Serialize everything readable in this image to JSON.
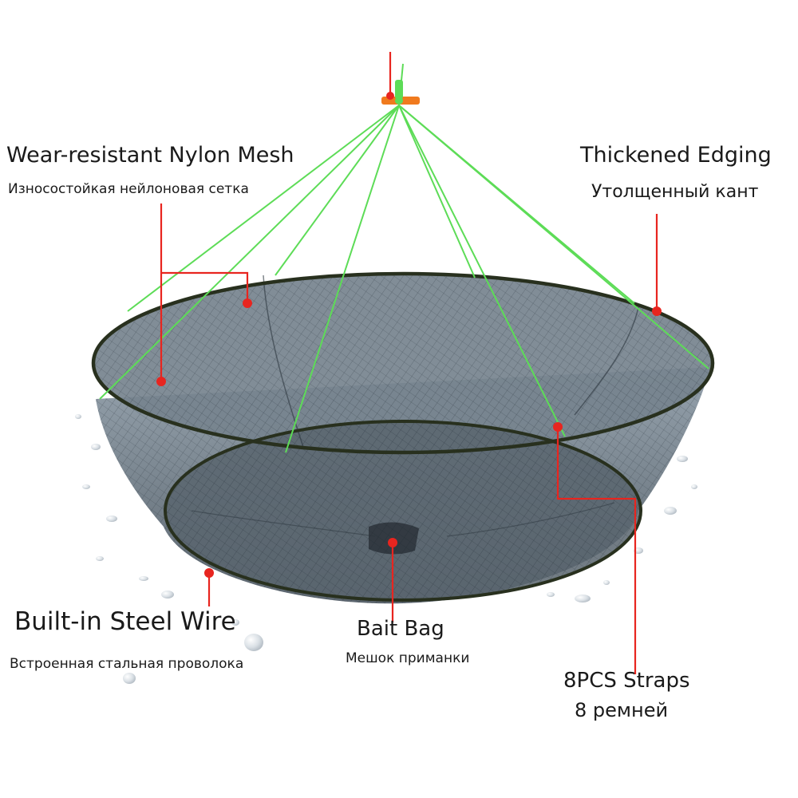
{
  "colors": {
    "callout": "#e8251f",
    "rope": "#5ddc57",
    "rim": "#28301e",
    "mesh": "#3a4752",
    "swivel": "#f07a1e"
  },
  "labels": {
    "mesh": {
      "en": "Wear-resistant Nylon Mesh",
      "ru": "Износостойкая нейлоновая сетка"
    },
    "edging": {
      "en": "Thickened Edging",
      "ru": "Утолщенный кант"
    },
    "wire": {
      "en": "Built-in Steel Wire",
      "ru": "Встроенная стальная проволока"
    },
    "bait": {
      "en": "Bait Bag",
      "ru": "Мешок приманки"
    },
    "straps": {
      "en": "8PCS Straps",
      "ru": "8 ремней"
    }
  }
}
